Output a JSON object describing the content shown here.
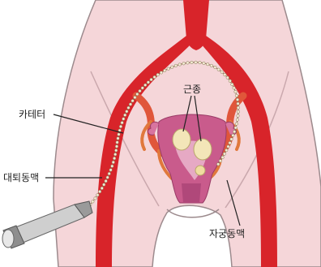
{
  "labels": {
    "catheter": "카테터",
    "femoral_artery": "대퇴동맥",
    "fibroid": "근종",
    "uterine_artery": "자궁동맥"
  },
  "colors": {
    "background": "#ffffff",
    "skin": "#f5d6d9",
    "skin_outline": "#9c8a8d",
    "artery": "#d8242a",
    "artery_dark": "#b71c22",
    "uterus": "#c95b8c",
    "uterus_light": "#e6a9c4",
    "fibroid": "#f3e6b8",
    "catheter_bead": "#f2ead2",
    "leader_line": "#222222"
  }
}
